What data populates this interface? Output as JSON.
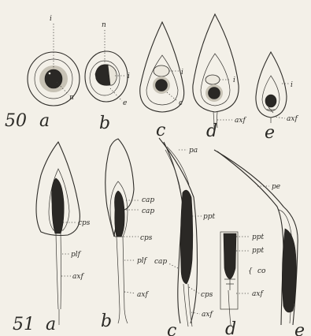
{
  "figure50": {
    "number": "50",
    "panels": [
      {
        "letter": "a",
        "labels": [
          "i",
          "n"
        ]
      },
      {
        "letter": "b",
        "labels": [
          "n",
          "i",
          "e"
        ]
      },
      {
        "letter": "c",
        "labels": [
          "i",
          "c"
        ]
      },
      {
        "letter": "d",
        "labels": [
          "i",
          "axf"
        ]
      },
      {
        "letter": "e",
        "labels": [
          "i",
          "axf"
        ]
      }
    ]
  },
  "figure51": {
    "number": "51",
    "panels": [
      {
        "letter": "a",
        "labels": [
          "cps",
          "plf",
          "axf"
        ]
      },
      {
        "letter": "b",
        "labels": [
          "cap",
          "cap",
          "cps",
          "plf",
          "axf"
        ]
      },
      {
        "letter": "c",
        "labels": [
          "pa",
          "ppt",
          "cap",
          "cps",
          "axf"
        ]
      },
      {
        "letter": "d",
        "labels": [
          "ppt",
          "ppt",
          "co",
          "axf"
        ]
      },
      {
        "letter": "e",
        "labels": [
          "pe"
        ]
      }
    ]
  },
  "colors": {
    "paper": "#f3f0e8",
    "ink": "#2a2825",
    "shade": "#c7c2b5"
  }
}
